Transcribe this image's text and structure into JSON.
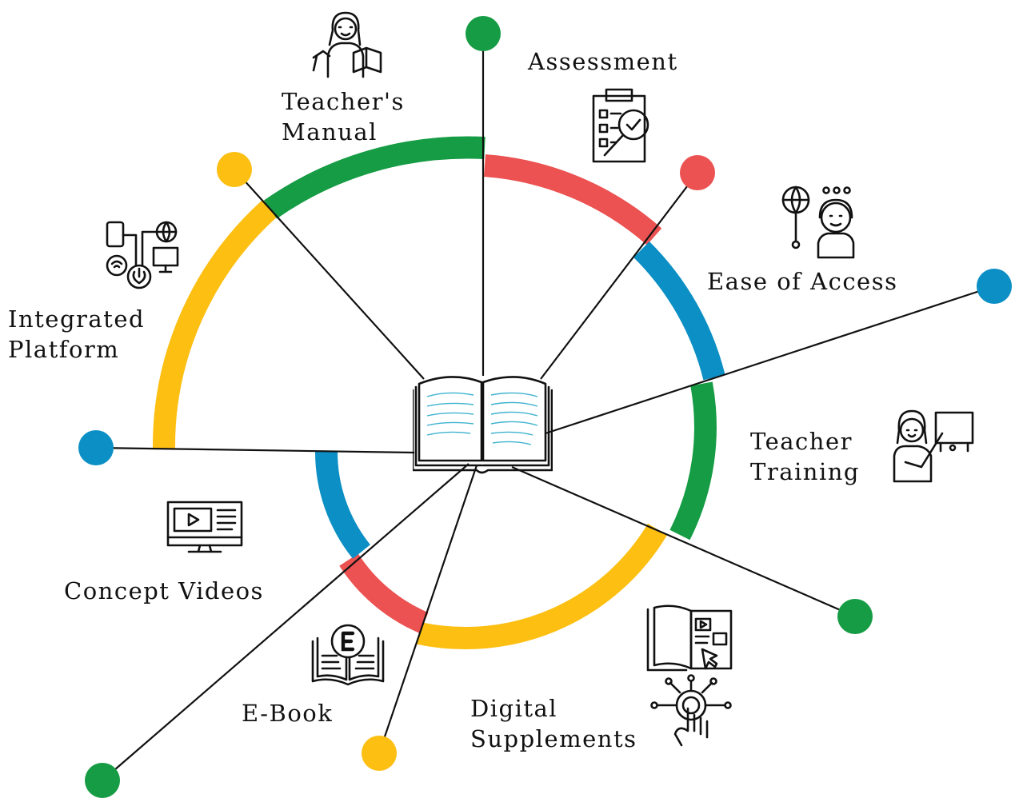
{
  "diagram": {
    "center": {
      "icon": "open-book-icon"
    },
    "features": [
      {
        "id": "assessment",
        "label": "Assessment",
        "icon": "clipboard-magnifier-icon",
        "dot_color": "#169c44"
      },
      {
        "id": "ease-of-access",
        "label": "Ease of Access",
        "icon": "globe-user-headset-icon",
        "dot_color": "#eb5251"
      },
      {
        "id": "teacher-training",
        "label": "Teacher Training",
        "icon": "teacher-whiteboard-icon",
        "dot_color": "#0b8fc4"
      },
      {
        "id": "digital-supplements",
        "label": "Digital Supplements",
        "icon": "touch-digital-book-icon",
        "dot_color": "#169c44"
      },
      {
        "id": "e-book",
        "label": "E-Book",
        "icon": "ebook-icon",
        "dot_color": "#fcbf12"
      },
      {
        "id": "concept-videos",
        "label": "Concept Videos",
        "icon": "video-monitor-icon",
        "dot_color": "#169c44"
      },
      {
        "id": "integrated-platform",
        "label": "Integrated Platform",
        "icon": "devices-network-icon",
        "dot_color": "#0b8fc4"
      },
      {
        "id": "teachers-manual",
        "label": "Teacher's Manual",
        "icon": "teacher-reading-icon",
        "dot_color": "#fcbf12"
      }
    ],
    "labels": {
      "assessment": "Assessment",
      "ease_of_access": "Ease of Access",
      "teacher_training": [
        "Teacher",
        "Training"
      ],
      "digital_supplements": [
        "Digital",
        "Supplements"
      ],
      "e_book": "E-Book",
      "concept_videos": "Concept Videos",
      "integrated_platform": [
        "Integrated",
        "Platform"
      ],
      "teachers_manual": [
        "Teacher's",
        "Manual"
      ]
    },
    "ring_colors": {
      "green": "#169c44",
      "red": "#eb5251",
      "blue": "#0b8fc4",
      "yellow": "#fcbf12"
    }
  }
}
